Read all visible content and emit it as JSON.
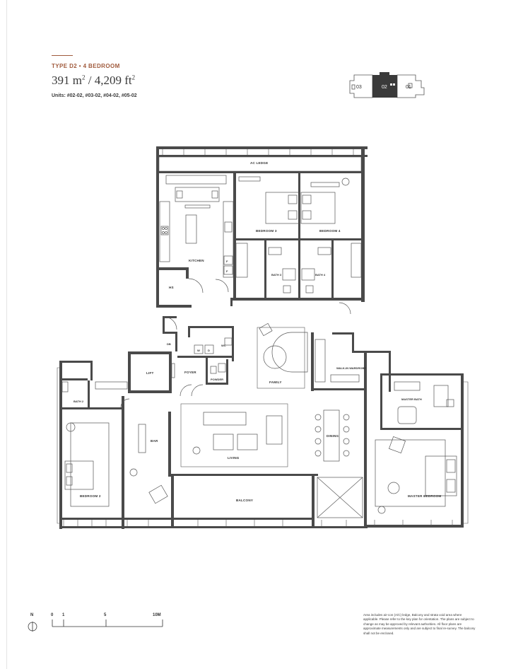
{
  "header": {
    "type_label": "TYPE D2 • 4 BEDROOM",
    "area_m2": "391 m",
    "area_sep": " / 4,209 ft",
    "units": "Units: #02-02, #03-02, #04-02, #05-02"
  },
  "keyplan": {
    "units": [
      "03",
      "02",
      "01"
    ],
    "highlight": "02",
    "highlight_color": "#3a3a3a"
  },
  "rooms": {
    "ac_ledge": "AC LEDGE",
    "kitchen": "KITCHEN",
    "bedroom_3": "BEDROOM 3",
    "bedroom_4": "BEDROOM 4",
    "bath_3": "BATH 3",
    "bath_4": "BATH 4",
    "hs": "HS",
    "db": "DB",
    "wc": "WC",
    "w": "W",
    "d": "D",
    "lift": "LIFT",
    "foyer": "FOYER",
    "powder": "POWDER",
    "family": "FAMILY",
    "walk_in_wardrobe": "WALK-IN WARDROBE",
    "bath_2": "BATH 2",
    "master_bath": "MASTER BATH",
    "bar": "BAR",
    "dining": "DINING",
    "living": "LIVING",
    "bedroom_2": "BEDROOM 2",
    "balcony": "BALCONY",
    "master_bedroom": "MASTER BEDROOM",
    "fridge_f1": "F",
    "fridge_f2": "F"
  },
  "scale": {
    "north": "N",
    "ticks": [
      "0",
      "1",
      "5",
      "10M"
    ]
  },
  "disclaimer": "Area includes air-con (A/C) ledge, Balcony and strata void area where applicable. Please refer to the key plan for orientation. The plans are subject to change as may be approved by relevant authorities. All floor plans are approximate measurements only and are subject to final re-survey. The balcony shall not be enclosed.",
  "colors": {
    "wall": "#4a4a4a",
    "accent": "#a05a3c",
    "line": "#555555"
  }
}
